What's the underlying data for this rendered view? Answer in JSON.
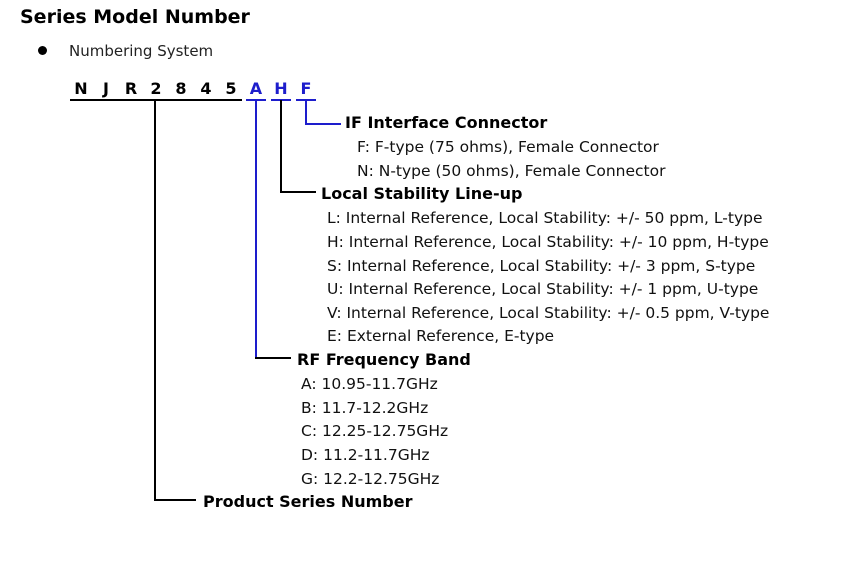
{
  "title": "Series Model Number",
  "bullet": "Numbering System",
  "code": {
    "product": [
      "N",
      "J",
      "R",
      "2",
      "8",
      "4",
      "5"
    ],
    "rf": "A",
    "stability": "H",
    "connector": "F"
  },
  "colors": {
    "highlight": "#1d1dcc",
    "text": "#000000"
  },
  "if_connector": {
    "heading": "IF Interface Connector",
    "items": [
      "F: F-type (75 ohms), Female Connector",
      "N: N-type (50 ohms), Female Connector"
    ]
  },
  "local_stability": {
    "heading": "Local Stability Line-up",
    "items": [
      "L: Internal Reference, Local Stability: +/- 50 ppm, L-type",
      "H: Internal Reference, Local Stability: +/- 10 ppm, H-type",
      "S: Internal Reference, Local Stability: +/- 3 ppm, S-type",
      "U: Internal Reference, Local Stability: +/- 1 ppm, U-type",
      "V: Internal Reference, Local Stability: +/- 0.5 ppm, V-type",
      "E: External Reference, E-type"
    ]
  },
  "rf_band": {
    "heading": "RF Frequency Band",
    "items": [
      "A: 10.95-11.7GHz",
      "B: 11.7-12.2GHz",
      "C: 12.25-12.75GHz",
      "D: 11.2-11.7GHz",
      "G: 12.2-12.75GHz"
    ]
  },
  "product_series": {
    "heading": "Product Series Number"
  }
}
